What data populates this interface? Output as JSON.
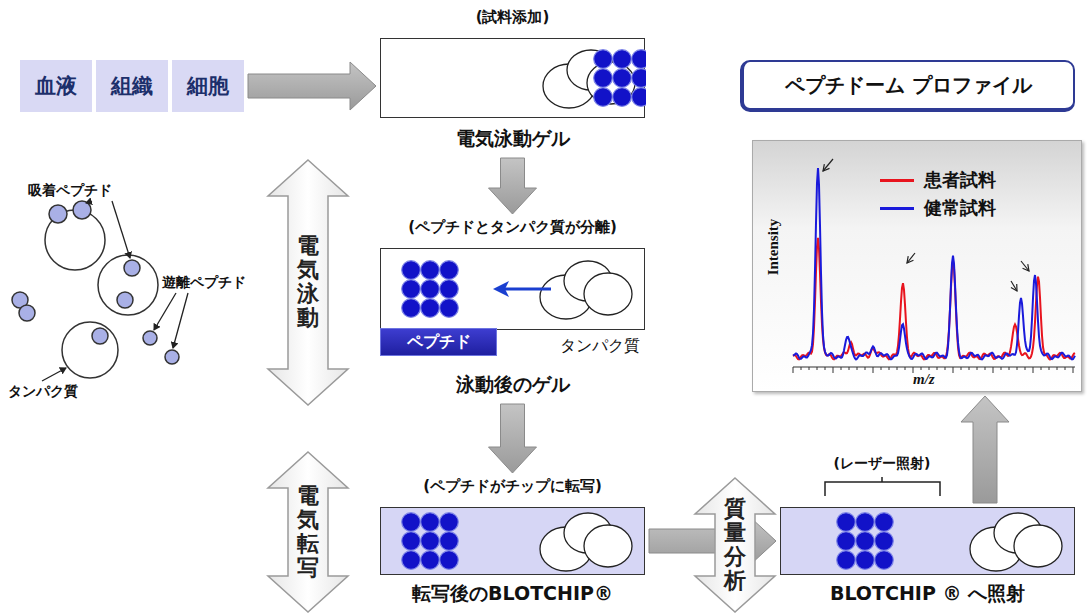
{
  "diagram": {
    "nodes": [
      {
        "text": [
          "血液"
        ]
      },
      {
        "text": [
          "組織"
        ]
      },
      {
        "text": [
          "細胞"
        ]
      },
      {
        "text": [
          "(試料添加)",
          "電気泳動ゲル"
        ]
      },
      {
        "text": [
          "(ペプチドとタンパク質が分離)",
          "泳動後のゲル"
        ]
      },
      {
        "text": [
          "ペプチド"
        ],
        "in": 4
      },
      {
        "text": [
          "(ペプチドがチップに転写)",
          "転写後のBLOTCHIP®"
        ]
      },
      {
        "text": [
          "BLOTCHIP ® へ照射"
        ]
      },
      {
        "text": [
          "ペプチドーム プロファイル"
        ]
      },
      {
        "text": [
          "Intensity",
          "m/z"
        ]
      }
    ],
    "edges": [
      {
        "from": 2,
        "to": 3,
        "arrow": "to"
      },
      {
        "from": 3,
        "to": 4,
        "arrow": "to"
      },
      {
        "from": 4,
        "to": 6,
        "arrow": "to"
      },
      {
        "from": 6,
        "to": 7,
        "arrow": "to"
      },
      {
        "from": 7,
        "to": 9,
        "arrow": "to"
      }
    ],
    "labels": [
      "吸着ペプチド",
      "遊離ペプチド",
      "タンパク質",
      "電気泳動",
      "タンパク質",
      "電気転写",
      "質量分析",
      "(レーザー照射)"
    ],
    "legend": [
      {
        "text": "患者試料",
        "color": "#e8141e"
      },
      {
        "text": "健常試料",
        "color": "#1a1adb"
      }
    ]
  }
}
